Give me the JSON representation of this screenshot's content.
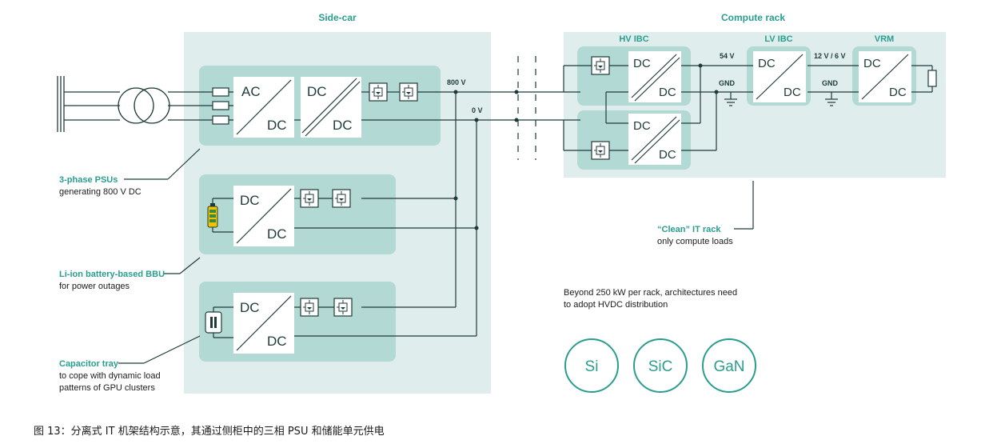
{
  "colors": {
    "panel_light": "#dfeeed",
    "panel_mid": "#b3d9d4",
    "white": "#ffffff",
    "line": "#1f3a3a",
    "accent": "#2a9d8f",
    "battery": "#f2c300",
    "battery_bar": "#3a8a3a"
  },
  "sections": {
    "sidecar_title": "Side-car",
    "compute_title": "Compute rack"
  },
  "compute": {
    "hv_ibc": "HV IBC",
    "lv_ibc": "LV IBC",
    "vrm": "VRM"
  },
  "voltages": {
    "v800": "800 V",
    "v0": "0 V",
    "v54": "54 V",
    "v12_6": "12 V / 6 V",
    "gnd1": "GND",
    "gnd2": "GND"
  },
  "converter_text": {
    "ac": "AC",
    "dc": "DC"
  },
  "annotations": {
    "psu_title": "3-phase PSUs",
    "psu_desc": "generating 800 V DC",
    "bbu_title": "Li-ion battery-based BBU",
    "bbu_desc": "for power outages",
    "cap_title": "Capacitor tray",
    "cap_desc1": "to cope with dynamic load",
    "cap_desc2": "patterns of GPU clusters",
    "clean_title": "“Clean” IT rack",
    "clean_desc": "only compute loads",
    "beyond1": "Beyond 250 kW per rack, architectures need",
    "beyond2": "to adopt HVDC distribution"
  },
  "materials": [
    "Si",
    "SiC",
    "GaN"
  ],
  "caption": "图 13：分离式 IT 机架结构示意，其通过侧柜中的三相 PSU 和储能单元供电"
}
